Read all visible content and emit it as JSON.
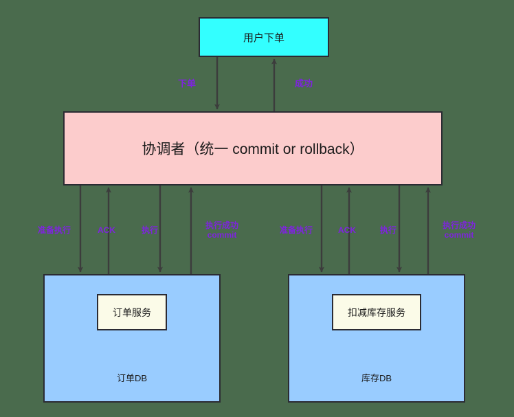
{
  "diagram": {
    "title_nodes": {
      "user_order": "用户下单",
      "coordinator": "协调者（统一 commit or rollback）",
      "order_service": "订单服务",
      "stock_service": "扣减库存服务",
      "order_db": "订单DB",
      "stock_db": "库存DB"
    },
    "colors": {
      "background": "#4a6b4d",
      "user_order_fill": "#33ffff",
      "coordinator_fill": "#fccccc",
      "service_container_fill": "#99ccff",
      "service_box_fill": "#fbfbe8",
      "edge_label": "#7f23e0",
      "stroke": "#2b2b33"
    },
    "top_edges": [
      {
        "label": "下单",
        "direction": "down"
      },
      {
        "label": "成功",
        "direction": "up"
      }
    ],
    "left_edges": [
      {
        "label": "准备执行",
        "direction": "down"
      },
      {
        "label": "ACK",
        "direction": "up"
      },
      {
        "label": "执行",
        "direction": "down"
      },
      {
        "label": "执行成功",
        "label2": "commit",
        "direction": "up"
      }
    ],
    "right_edges": [
      {
        "label": "准备执行",
        "direction": "down"
      },
      {
        "label": "ACK",
        "direction": "up"
      },
      {
        "label": "执行",
        "direction": "down"
      },
      {
        "label": "执行成功",
        "label2": "commit",
        "direction": "up"
      }
    ]
  }
}
